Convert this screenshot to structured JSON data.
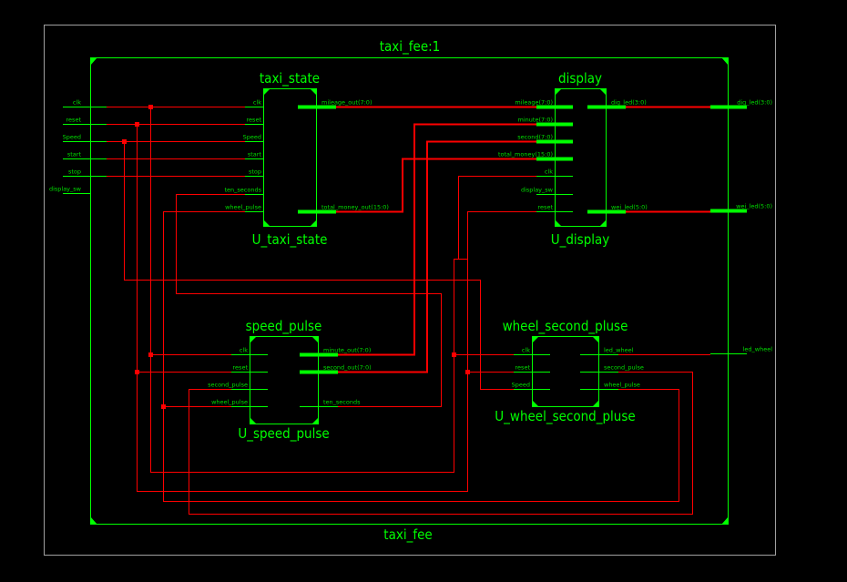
{
  "schematic": {
    "top_instance_label": "taxi_fee:1",
    "top_module_label": "taxi_fee",
    "colors": {
      "wire": "#ff0000",
      "component": "#00ff00",
      "frame": "#a0a0a0",
      "background": "#000000"
    },
    "top_ports_in": [
      {
        "name": "clk"
      },
      {
        "name": "reset"
      },
      {
        "name": "Speed"
      },
      {
        "name": "start"
      },
      {
        "name": "stop"
      },
      {
        "name": "display_sw"
      }
    ],
    "top_ports_out": [
      {
        "name": "dig_led(3:0)",
        "bus": true
      },
      {
        "name": "wei_led(5:0)",
        "bus": true
      },
      {
        "name": "led_wheel",
        "bus": false
      }
    ],
    "blocks": [
      {
        "id": "taxi_state",
        "module": "taxi_state",
        "instance": "U_taxi_state",
        "inputs": [
          "clk",
          "reset",
          "Speed",
          "start",
          "stop",
          "ten_seconds",
          "wheel_pulse"
        ],
        "outputs": [
          {
            "name": "mileage_out(7:0)",
            "bus": true,
            "slot": 0
          },
          {
            "name": "total_money_out(15:0)",
            "bus": true,
            "slot": 6
          }
        ]
      },
      {
        "id": "display",
        "module": "display",
        "instance": "U_display",
        "inputs": [
          "mileage(7:0)",
          "minute(7:0)",
          "second(7:0)",
          "total_money(15:0)",
          "clk",
          "display_sw",
          "reset"
        ],
        "input_bus": [
          true,
          true,
          true,
          true,
          false,
          false,
          false
        ],
        "outputs": [
          {
            "name": "dig_led(3:0)",
            "bus": true,
            "slot": 0
          },
          {
            "name": "wei_led(5:0)",
            "bus": true,
            "slot": 6
          }
        ]
      },
      {
        "id": "speed_pulse",
        "module": "speed_pulse",
        "instance": "U_speed_pulse",
        "inputs": [
          "clk",
          "reset",
          "second_pulse",
          "wheel_pulse"
        ],
        "outputs": [
          {
            "name": "minute_out(7:0)",
            "bus": true,
            "slot": 0
          },
          {
            "name": "second_out(7:0)",
            "bus": true,
            "slot": 1
          },
          {
            "name": "ten_seconds",
            "bus": false,
            "slot": 3
          }
        ]
      },
      {
        "id": "wheel_second_pluse",
        "module": "wheel_second_pluse",
        "instance": "U_wheel_second_pluse",
        "inputs": [
          "clk",
          "reset",
          "Speed"
        ],
        "outputs": [
          {
            "name": "led_wheel",
            "bus": false,
            "slot": 0
          },
          {
            "name": "second_pulse",
            "bus": false,
            "slot": 1
          },
          {
            "name": "wheel_pulse",
            "bus": false,
            "slot": 2
          }
        ]
      }
    ],
    "nets": [
      {
        "name": "clk",
        "from": "top.clk",
        "to": [
          "taxi_state.clk",
          "display.clk",
          "speed_pulse.clk",
          "wheel_second_pluse.clk"
        ]
      },
      {
        "name": "reset",
        "from": "top.reset",
        "to": [
          "taxi_state.reset",
          "display.reset",
          "speed_pulse.reset",
          "wheel_second_pluse.reset"
        ]
      },
      {
        "name": "Speed",
        "from": "top.Speed",
        "to": [
          "taxi_state.Speed",
          "wheel_second_pluse.Speed"
        ]
      },
      {
        "name": "start",
        "from": "top.start",
        "to": [
          "taxi_state.start"
        ]
      },
      {
        "name": "stop",
        "from": "top.stop",
        "to": [
          "taxi_state.stop"
        ]
      },
      {
        "name": "mileage",
        "from": "taxi_state.mileage_out(7:0)",
        "to": [
          "display.mileage(7:0)"
        ]
      },
      {
        "name": "total_money",
        "from": "taxi_state.total_money_out(15:0)",
        "to": [
          "display.total_money(15:0)"
        ]
      },
      {
        "name": "minute",
        "from": "speed_pulse.minute_out(7:0)",
        "to": [
          "display.minute(7:0)"
        ]
      },
      {
        "name": "second",
        "from": "speed_pulse.second_out(7:0)",
        "to": [
          "display.second(7:0)"
        ]
      },
      {
        "name": "ten_seconds",
        "from": "speed_pulse.ten_seconds",
        "to": [
          "taxi_state.ten_seconds"
        ]
      },
      {
        "name": "second_pulse",
        "from": "wheel_second_pluse.second_pulse",
        "to": [
          "speed_pulse.second_pulse"
        ]
      },
      {
        "name": "wheel_pulse",
        "from": "wheel_second_pluse.wheel_pulse",
        "to": [
          "taxi_state.wheel_pulse",
          "speed_pulse.wheel_pulse"
        ]
      },
      {
        "name": "dig_led",
        "from": "display.dig_led(3:0)",
        "to": [
          "top.dig_led(3:0)"
        ]
      },
      {
        "name": "wei_led",
        "from": "display.wei_led(5:0)",
        "to": [
          "top.wei_led(5:0)"
        ]
      },
      {
        "name": "led_wheel",
        "from": "wheel_second_pluse.led_wheel",
        "to": [
          "top.led_wheel"
        ]
      }
    ]
  }
}
